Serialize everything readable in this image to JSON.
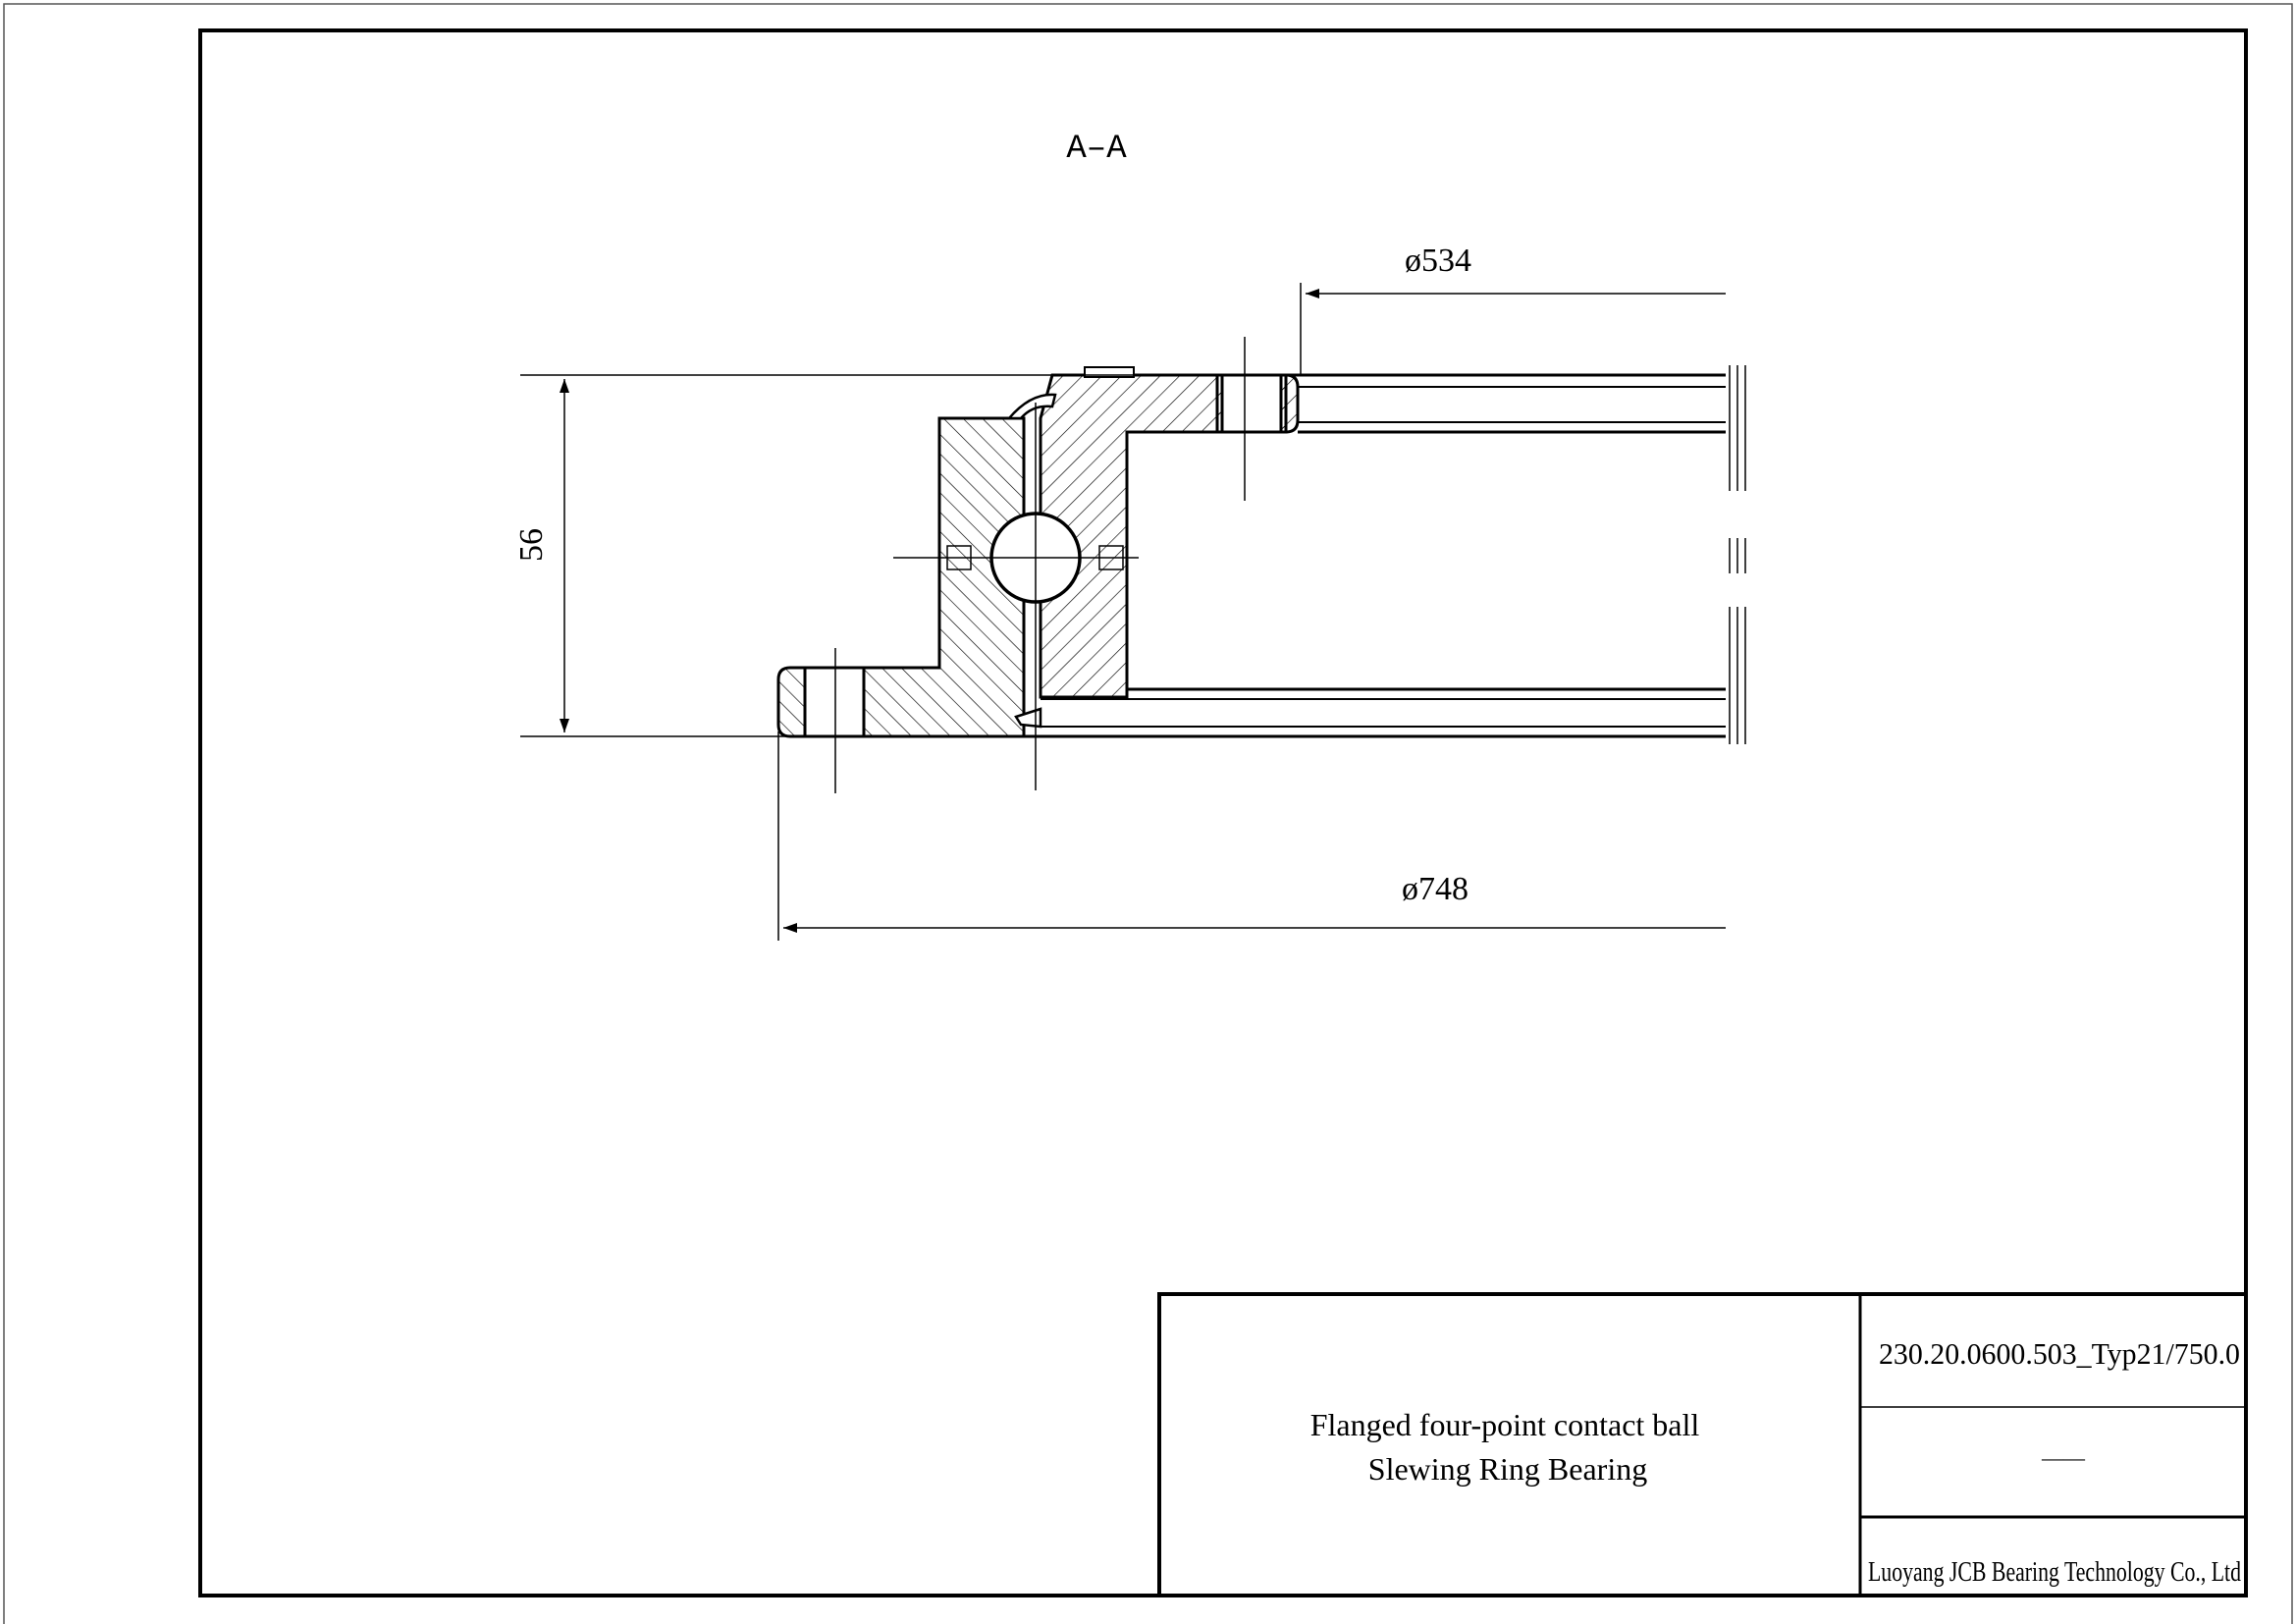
{
  "drawing": {
    "section_label": "A–A",
    "dimensions": {
      "outer_diameter": "ø748",
      "inner_diameter": "ø534",
      "height": "56"
    }
  },
  "title_block": {
    "description_line1": "Flanged four-point contact ball",
    "description_line2": "Slewing Ring Bearing",
    "part_number": "230.20.0600.503_Typ21/750.0",
    "revision": "——",
    "company": "Luoyang JCB Bearing Technology Co., Ltd"
  },
  "colors": {
    "line": "#000000",
    "background": "#ffffff"
  }
}
